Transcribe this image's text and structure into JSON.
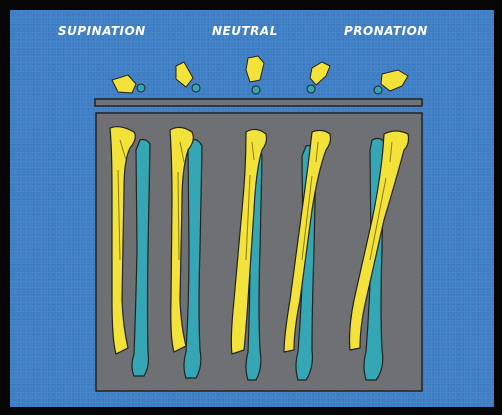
{
  "labels": {
    "supination": "SUPINATION",
    "neutral": "NEUTRAL",
    "pronation": "PRONATION"
  },
  "colors": {
    "background": "#3f7fc6",
    "frame": "#050505",
    "board": "#6e7074",
    "radius_bone": "#f2e23a",
    "ulna_bone": "#35a6b3",
    "bone_outline": "#2a2a2a"
  },
  "positions": [
    {
      "name": "supination"
    },
    {
      "name": "between-supination-neutral"
    },
    {
      "name": "neutral"
    },
    {
      "name": "between-neutral-pronation"
    },
    {
      "name": "pronation"
    }
  ]
}
